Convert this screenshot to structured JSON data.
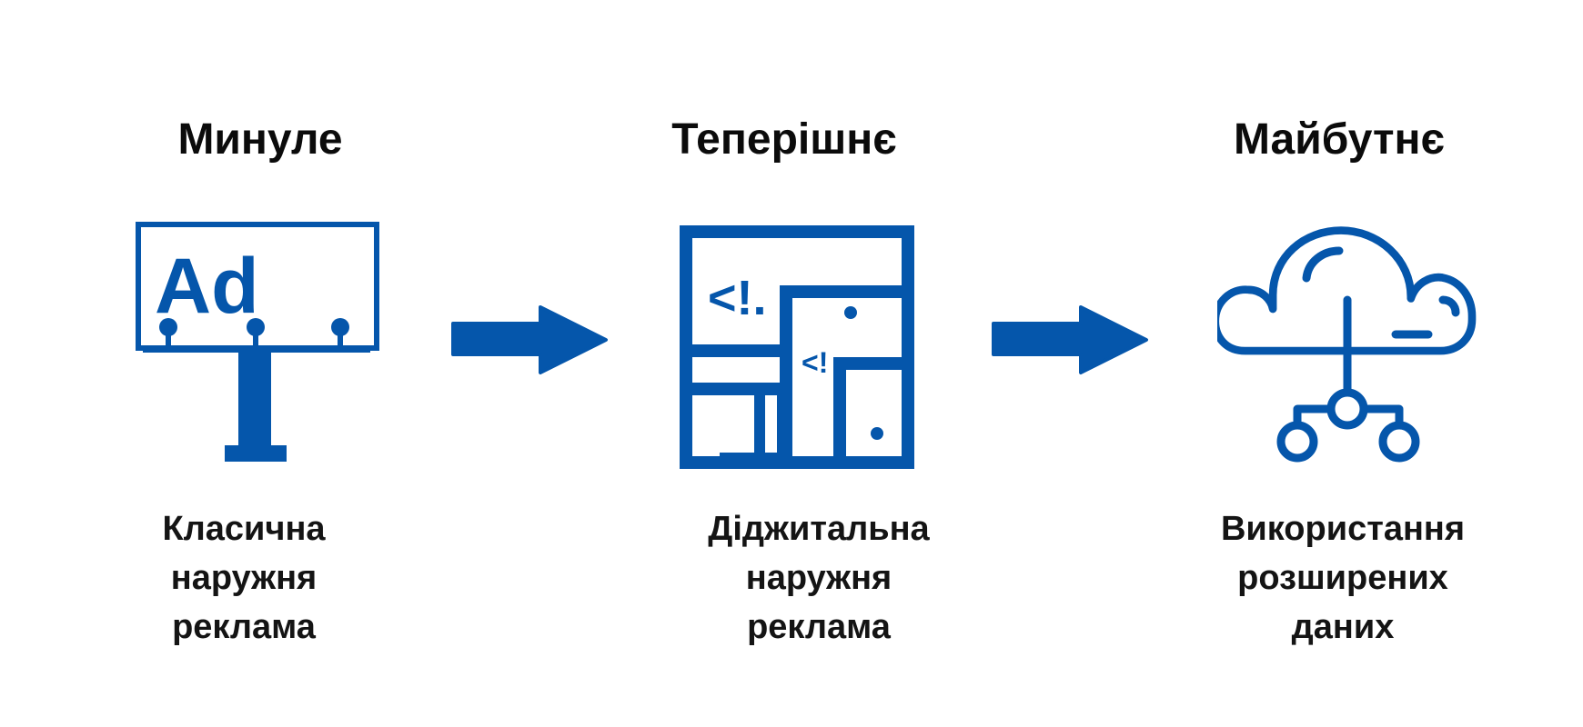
{
  "accent_color": "#0556ab",
  "stages": [
    {
      "title": "Минуле",
      "description_lines": [
        "Класична",
        "наружня",
        "реклама"
      ],
      "icon": "billboard-icon",
      "icon_text": "Ad"
    },
    {
      "title": "Теперішнє",
      "description_lines": [
        "Діджитальна",
        "наружня",
        "реклама"
      ],
      "icon": "digital-screens-icon",
      "icon_text_large": "<!.",
      "icon_text_small": "<!"
    },
    {
      "title": "Майбутнє",
      "description_lines": [
        "Використання",
        "розширених",
        "даних"
      ],
      "icon": "cloud-network-icon"
    }
  ],
  "connectors": [
    "arrow-right-icon",
    "arrow-right-icon"
  ]
}
